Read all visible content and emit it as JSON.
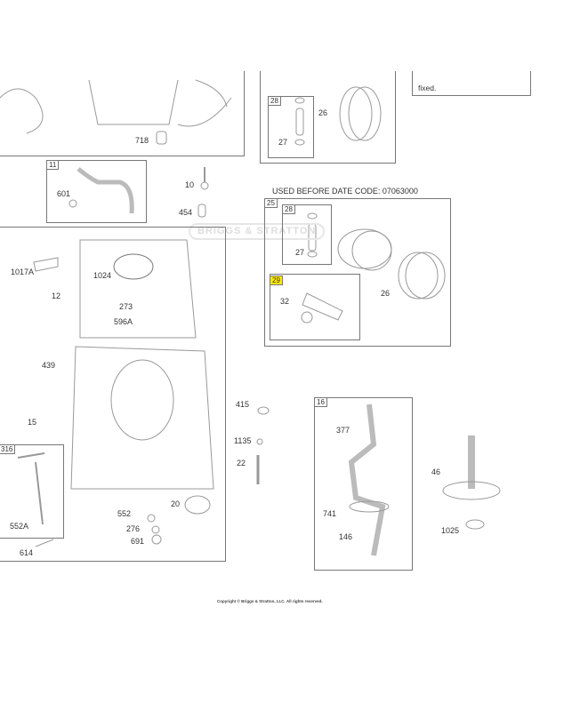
{
  "note_text": "fixed.",
  "date_code_heading": "USED BEFORE DATE CODE:  07063000",
  "watermark": "BRIGGS & STRATTON",
  "copyright": "Copyright © Briggs & Stratton, LLC. All rights reserved.",
  "highlight_color": "#ffea00",
  "boxes": {
    "b28a": "28",
    "b11": "11",
    "b25": "25",
    "b28b": "28",
    "b29": "29",
    "b316": "316",
    "b16": "16"
  },
  "callouts": {
    "c718": "718",
    "c26a": "26",
    "c27a": "27",
    "c601": "601",
    "c10": "10",
    "c454": "454",
    "c27b": "27",
    "c26b": "26",
    "c32": "32",
    "c1017a": "1017A",
    "c12": "12",
    "c1024": "1024",
    "c273": "273",
    "c596a": "596A",
    "c439": "439",
    "c15": "15",
    "c552a": "552A",
    "c614": "614",
    "c552": "552",
    "c276": "276",
    "c691": "691",
    "c20": "20",
    "c415": "415",
    "c1135": "1135",
    "c22": "22",
    "c377": "377",
    "c741": "741",
    "c146": "146",
    "c46": "46",
    "c1025": "1025"
  }
}
